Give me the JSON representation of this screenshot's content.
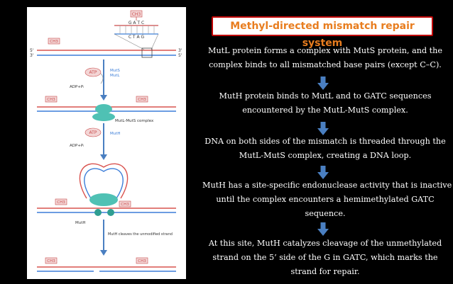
{
  "title": "Methyl-directed mismatch repair system",
  "steps": [
    [
      "MutL protein forms a complex with MutS protein, and the",
      "complex binds to all mismatched base pairs (except C–C)."
    ],
    [
      "MutH protein binds to MutL and to GATC sequences",
      "encountered by the MutL-MutS complex."
    ],
    [
      "DNA on both sides of the mismatch is threaded through the",
      "MutL-MutS complex, creating a DNA loop."
    ],
    [
      "MutH has a site-specific endonuclease activity that is inactive",
      "until the complex encounters a hemimethylated GATC",
      "sequence."
    ],
    [
      "At this site, MutH catalyzes cleavage of the unmethylated",
      "strand on the 5’ side of the G in GATC, which marks the",
      "strand for repair."
    ]
  ],
  "figure": {
    "methyl": "CH3",
    "top_seq": "G A T C",
    "bottom_seq": "C T A G",
    "five_prime": "5'",
    "three_prime": "3'",
    "atp": "ATP",
    "adp": "ADP+Pᵢ",
    "muts": "MutS",
    "mutl": "MutL",
    "mutl_muts_complex": "MutL-MutS complex",
    "muth": "MutH",
    "cleave_note": "MutH cleaves the unmodified strand"
  },
  "colors": {
    "background": "#000000",
    "title_text": "#e87d1f",
    "title_border": "#c00000",
    "arrow": "#4a7fc1",
    "protein": "#4fc1b4",
    "protein_dark": "#2f9e92",
    "dna_red": "#d9534f",
    "dna_blue": "#3b7dd8"
  }
}
